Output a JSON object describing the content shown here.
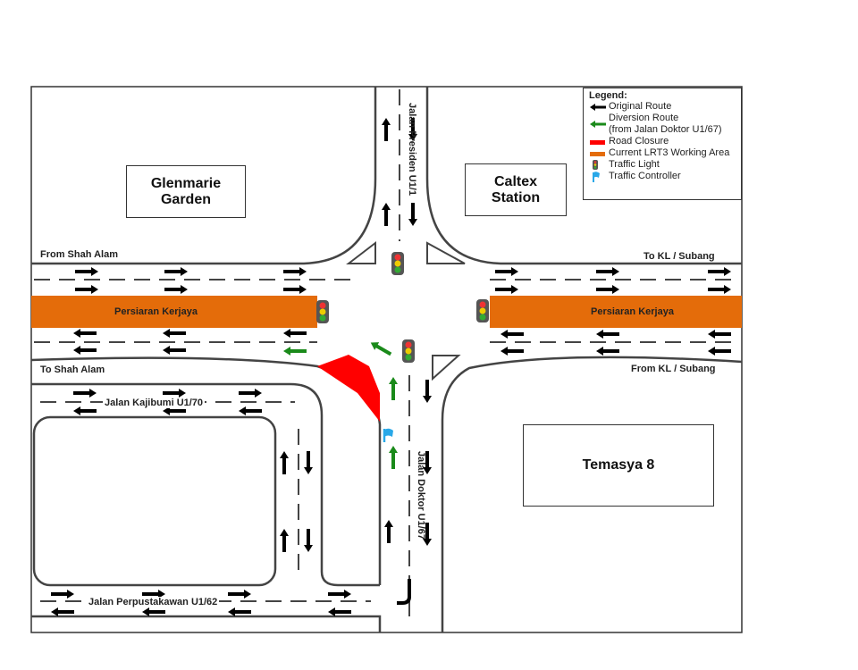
{
  "map": {
    "places": {
      "glenmarie": "Glenmarie\nGarden",
      "glenmarie_line1": "Glenmarie",
      "glenmarie_line2": "Garden",
      "caltex_line1": "Caltex",
      "caltex_line2": "Station",
      "temasya": "Temasya 8"
    },
    "roads": {
      "persiaran_left": "Persiaran Kerjaya",
      "persiaran_right": "Persiaran Kerjaya",
      "jalan_presiden": "Jalan Presiden U1/1",
      "jalan_doktor": "Jalan Doktor U1/67",
      "jalan_kajibumi": "Jalan Kajibumi U1/70",
      "jalan_perpustakawan": "Jalan Perpustakawan U1/62"
    },
    "directions": {
      "from_shah_alam": "From Shah Alam",
      "to_shah_alam": "To Shah Alam",
      "to_kl_subang": "To KL / Subang",
      "from_kl_subang": "From KL / Subang"
    }
  },
  "legend": {
    "title": "Legend:",
    "items": [
      {
        "label": "Original Route",
        "icon": "black-arrow-icon",
        "color": "#000000"
      },
      {
        "label": "Diversion Route",
        "label2": "(from Jalan Doktor U1/67)",
        "icon": "green-arrow-icon",
        "color": "#1a8a1a"
      },
      {
        "label": "Road Closure",
        "icon": "red-bar-icon",
        "color": "#ff0000"
      },
      {
        "label": "Current LRT3  Working Area",
        "icon": "orange-bar-icon",
        "color": "#e46c0a"
      },
      {
        "label": "Traffic Light",
        "icon": "traffic-light-icon"
      },
      {
        "label": "Traffic Controller",
        "icon": "flag-icon",
        "color": "#29a8e8"
      }
    ]
  }
}
